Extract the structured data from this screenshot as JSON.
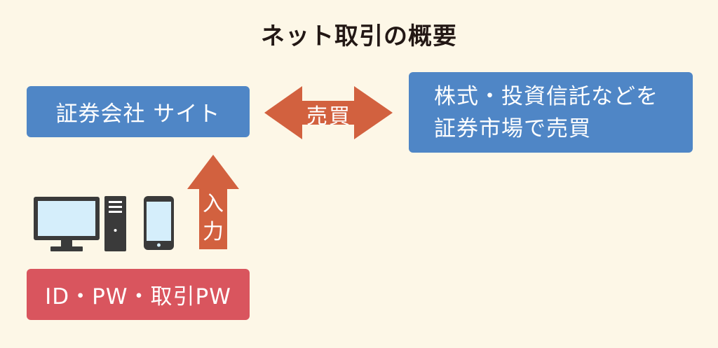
{
  "title": "ネット取引の概要",
  "site_box": {
    "label": "証券会社 サイト"
  },
  "market_box": {
    "line1": "株式・投資信託などを",
    "line2": "証券市場で売買"
  },
  "trade_arrow": {
    "label": "売買"
  },
  "input_arrow": {
    "char1": "入",
    "char2": "力"
  },
  "credentials_box": {
    "label": "ID・PW・取引PW"
  },
  "colors": {
    "background": "#FDF7E7",
    "blue_box": "#4F86C6",
    "red_box": "#D9555E",
    "arrow": "#D2613F",
    "device_dark": "#3A3A3A",
    "screen": "#D5EEFB"
  },
  "icons": [
    "monitor-icon",
    "pc-tower-icon",
    "smartphone-icon"
  ]
}
